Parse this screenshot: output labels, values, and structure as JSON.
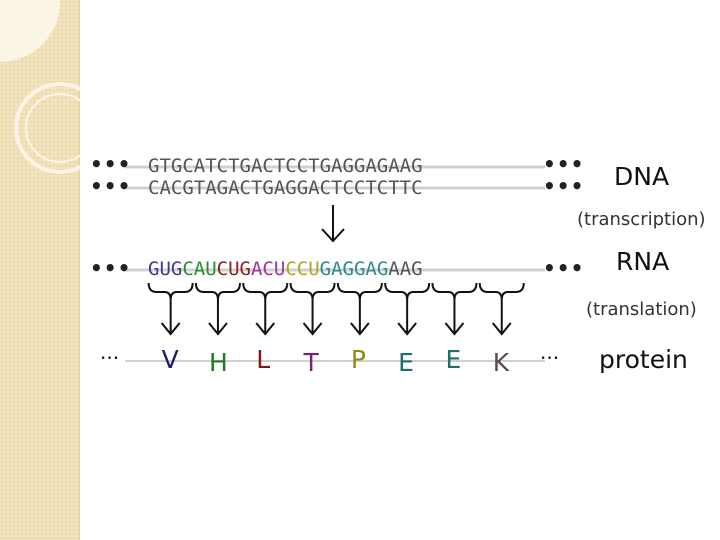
{
  "strands": {
    "dna_top": "GTGCATCTGACTCCTGAGGAGAAG",
    "dna_bottom": "CACGTAGACTGAGGACTCCTCTTC",
    "rna_codons": [
      {
        "text": "GUG",
        "color": "#3b3b8f"
      },
      {
        "text": "CAU",
        "color": "#2e8b2e"
      },
      {
        "text": "CUG",
        "color": "#8b2323"
      },
      {
        "text": "ACU",
        "color": "#a035a0"
      },
      {
        "text": "CCU",
        "color": "#b2a51e"
      },
      {
        "text": "GAG",
        "color": "#2f8c8c"
      },
      {
        "text": "GAG",
        "color": "#2f8c8c"
      },
      {
        "text": "AAG",
        "color": "#555555"
      }
    ]
  },
  "ellipsis": {
    "dots": "•••",
    "protein": "···"
  },
  "labels": {
    "dna": "DNA",
    "transcription": "(transcription)",
    "rna": "RNA",
    "translation": "(translation)",
    "protein": "protein"
  },
  "amino_acids": [
    {
      "letter": "V",
      "color": "#1a1a6e"
    },
    {
      "letter": "H",
      "color": "#1f7a1f"
    },
    {
      "letter": "L",
      "color": "#7a1a1a"
    },
    {
      "letter": "T",
      "color": "#7a1f7a"
    },
    {
      "letter": "P",
      "color": "#8f8a14"
    },
    {
      "letter": "E",
      "color": "#1f6e6e"
    },
    {
      "letter": "E",
      "color": "#1f6e6e"
    },
    {
      "letter": "K",
      "color": "#5a4a4a"
    }
  ]
}
